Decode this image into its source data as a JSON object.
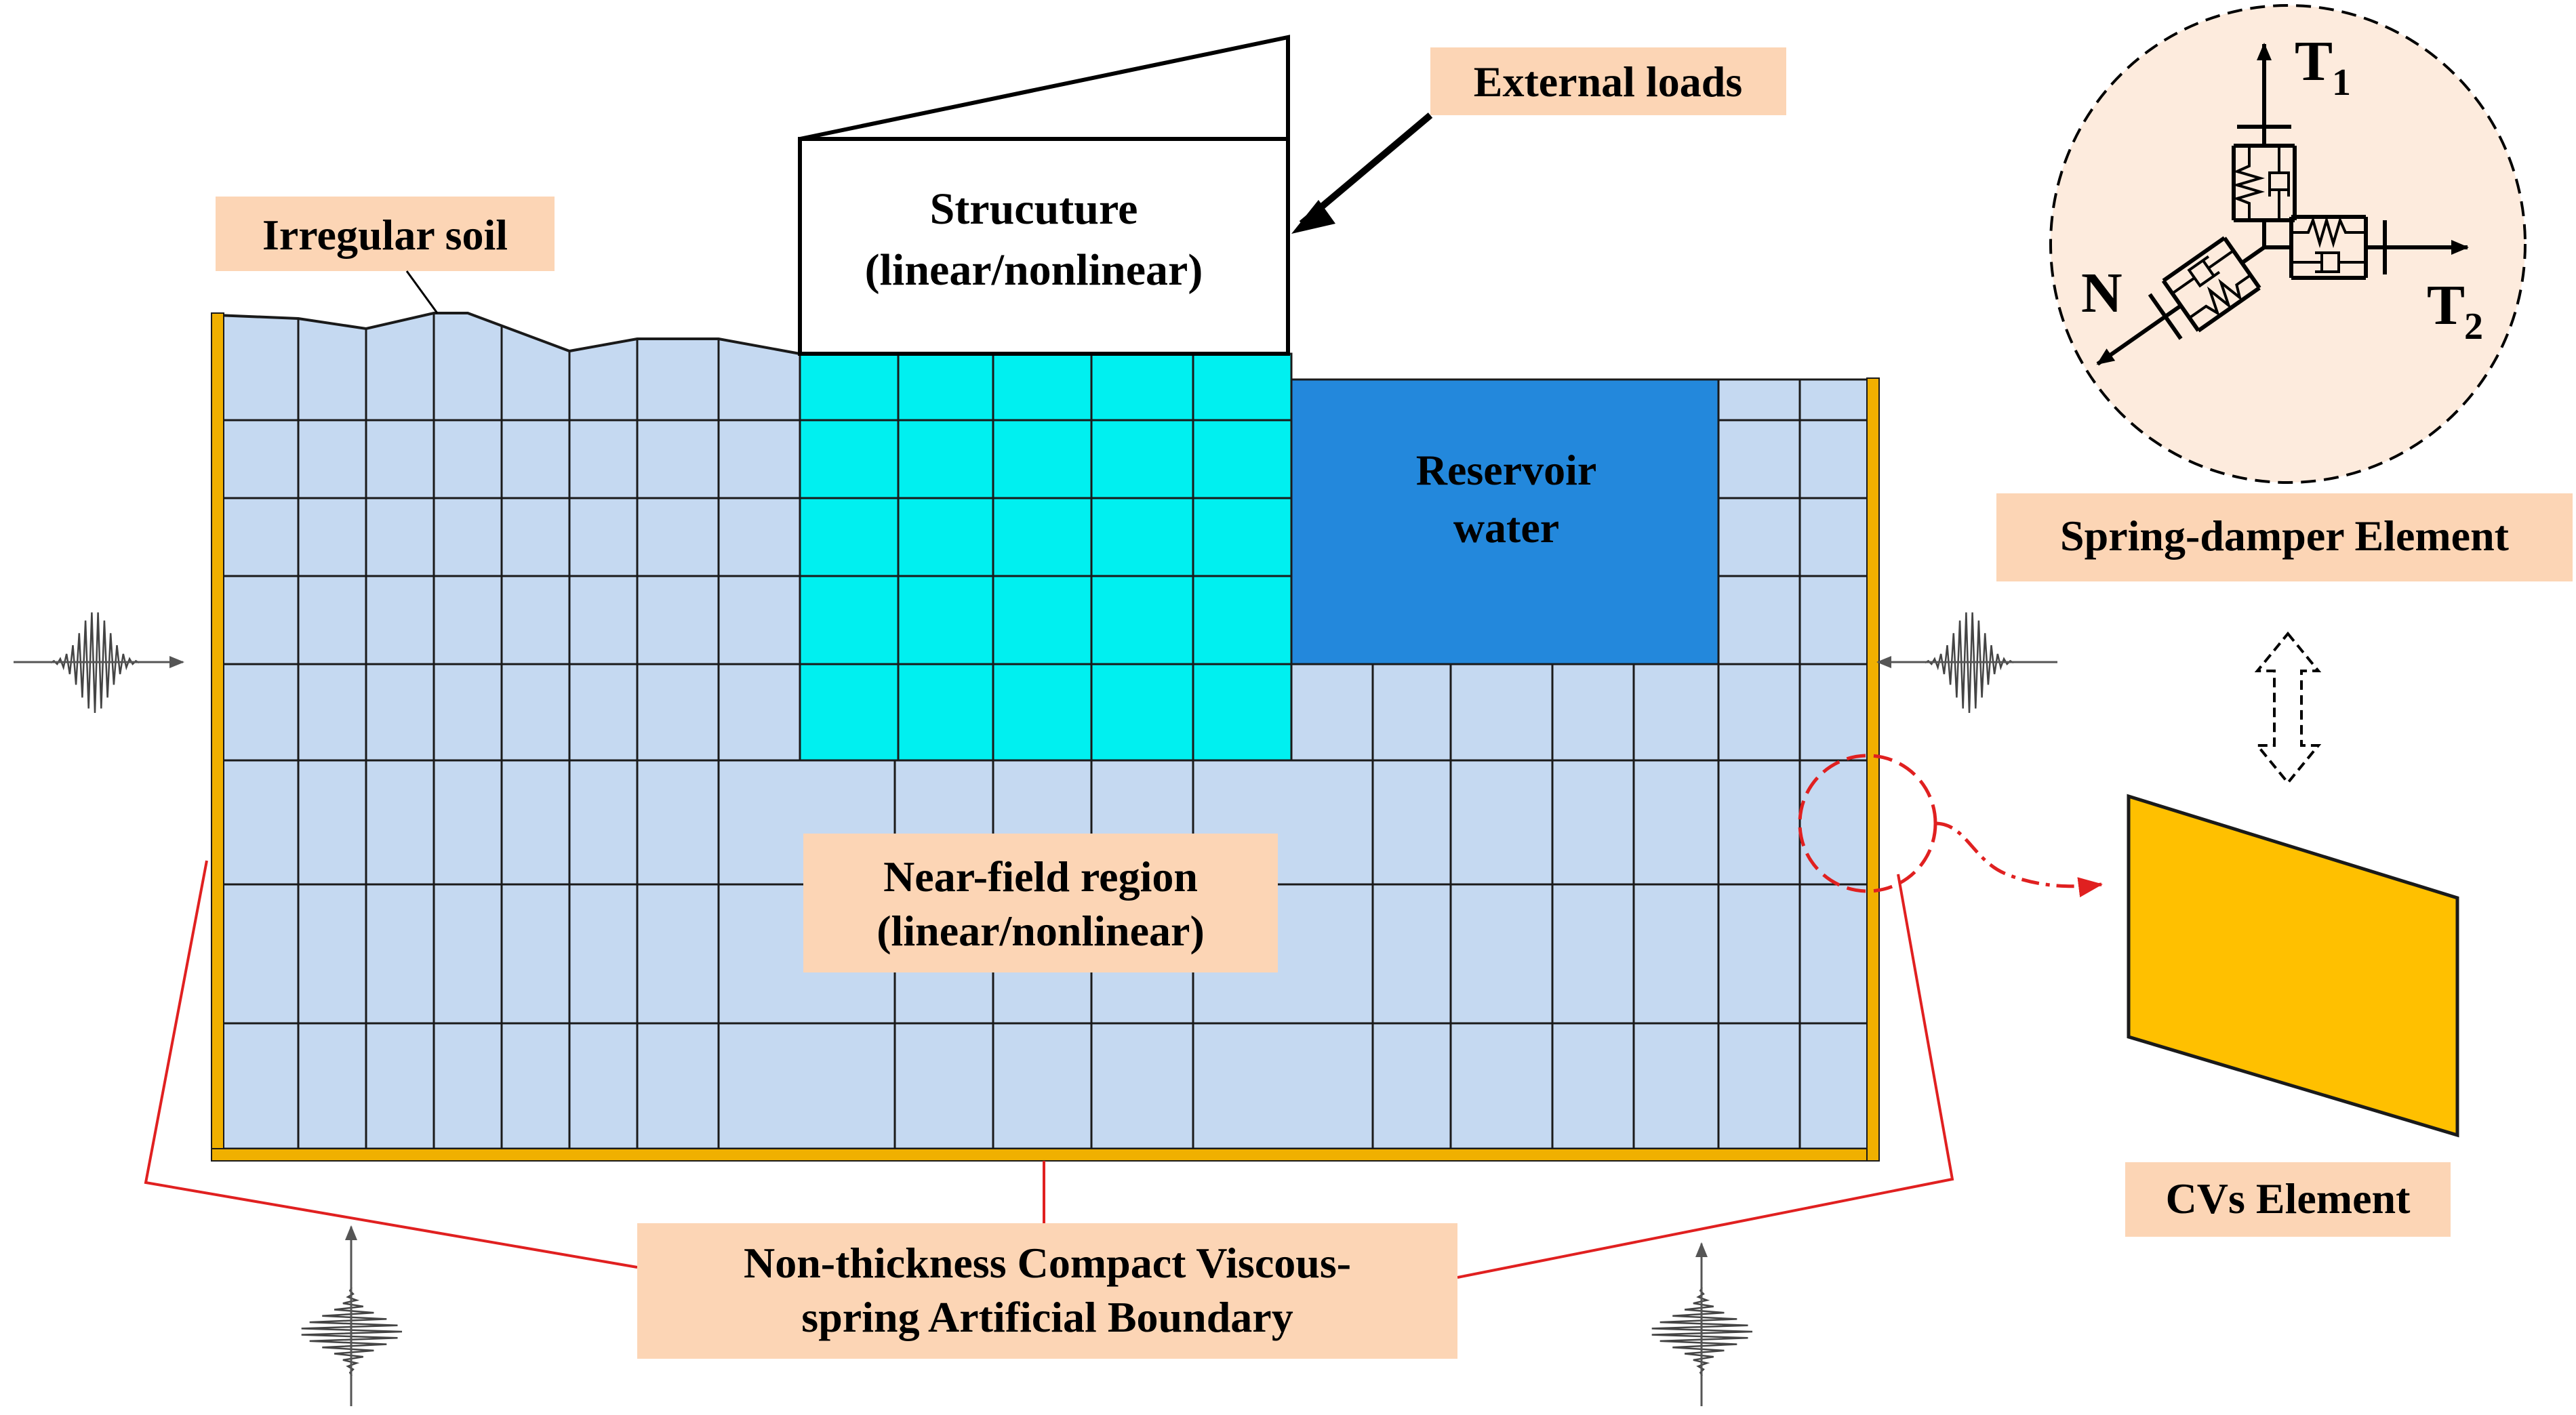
{
  "labels": {
    "irregular_soil": "Irregular soil",
    "structure_line1": "Strucuture",
    "structure_line2": "(linear/nonlinear)",
    "external_loads": "External loads",
    "reservoir_line1": "Reservoir",
    "reservoir_line2": "water",
    "near_field_line1": "Near-field region",
    "near_field_line2": "(linear/nonlinear)",
    "boundary_line1": "Non-thickness Compact Viscous-",
    "boundary_line2": "spring Artificial Boundary",
    "spring_damper_element": "Spring-damper Element",
    "cvs_element": "CVs Element"
  },
  "axis_labels": {
    "t1_letter": "T",
    "t1_sub": "1",
    "t2_letter": "T",
    "t2_sub": "2",
    "n": "N"
  },
  "colors": {
    "soil": "#c5d9f1",
    "near_field_structure_zone": "#00f0f0",
    "reservoir": "#2388dc",
    "boundary": "#f0b000",
    "cvs_element": "#ffc000",
    "label_box": "#fcd5b5",
    "leader_line": "#e02020",
    "circle_fill": "#fdebdd"
  },
  "icons": {
    "seismic_wave": "seismic-wave-icon",
    "double_arrow": "double-arrow-icon"
  }
}
